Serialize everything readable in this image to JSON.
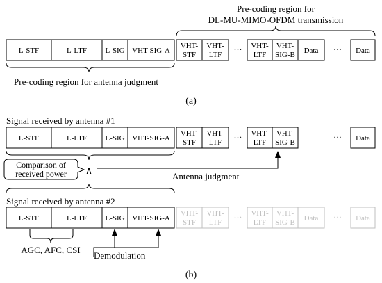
{
  "part_a": {
    "top_label_line1": "Pre-coding region for",
    "top_label_line2": "DL-MU-MIMO-OFDM  transmission",
    "bottom_label": "Pre-coding region for antenna judgment",
    "caption": "(a)",
    "fields": {
      "lstf": "L-STF",
      "lltf": "L-LTF",
      "lsig": "L-SIG",
      "vhtsiga": "VHT-SIG-A",
      "vhtstf1_l1": "VHT-",
      "vhtstf1_l2": "STF",
      "vhtltf1_l1": "VHT-",
      "vhtltf1_l2": "LTF",
      "dots1": "···",
      "vhtltfn_l1": "VHT-",
      "vhtltfn_l2": "LTF",
      "vhtsigb_l1": "VHT-",
      "vhtsigb_l2": "SIG-B",
      "data1": "Data",
      "dots2": "···",
      "data2": "Data"
    }
  },
  "part_b": {
    "antenna1_label": "Signal received by antenna #1",
    "antenna2_label": "Signal received by antenna #2",
    "comparison_line1": "Comparison of",
    "comparison_line2": "received power",
    "comparison_symbol": "∧",
    "antenna_judgment": "Antenna judgment",
    "agc_label": "AGC, AFC, CSI",
    "demodulation_label": "Demodulation",
    "caption": "(b)",
    "faded_color": "#bfbfbf"
  }
}
